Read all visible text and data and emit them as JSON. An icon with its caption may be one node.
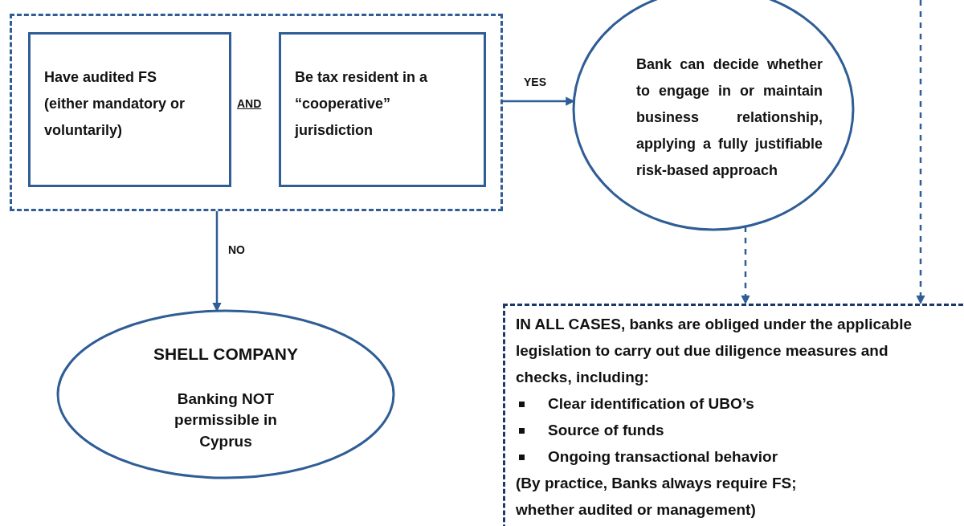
{
  "diagram": {
    "nodes": [
      {
        "text": [],
        "shape": "box"
      },
      {
        "text": [
          "Have audited FS (either mandatory or voluntarily)"
        ],
        "in": 0
      },
      {
        "text": [
          "Be tax resident in a “cooperative” jurisdiction"
        ],
        "in": 0
      },
      {
        "text": [
          "Bank can decide whether to engage in or maintain business relationship, applying a fully justifiable risk-based approach"
        ]
      },
      {
        "text": [
          "SHELL COMPANY",
          "Banking NOT permissible in Cyprus"
        ]
      },
      {
        "text": [
          "IN ALL CASES, banks are obliged under the applicable legislation to carry out due diligence measures and checks, including:",
          "Clear identification of UBO’s",
          "Source of funds",
          "Ongoing transactional behavior",
          "(By practice, Banks always require FS; whether audited or management)"
        ]
      }
    ],
    "edges": [
      {
        "from": 0,
        "to": 3,
        "arrow": "to",
        "label": "YES"
      },
      {
        "from": 0,
        "to": 4,
        "arrow": "to",
        "label": "NO"
      },
      {
        "from": 3,
        "to": 5,
        "arrow": "to",
        "style": "dashed"
      },
      {
        "from": null,
        "to": 5,
        "arrow": "to",
        "style": "dashed"
      }
    ],
    "labels": [
      "AND"
    ]
  }
}
